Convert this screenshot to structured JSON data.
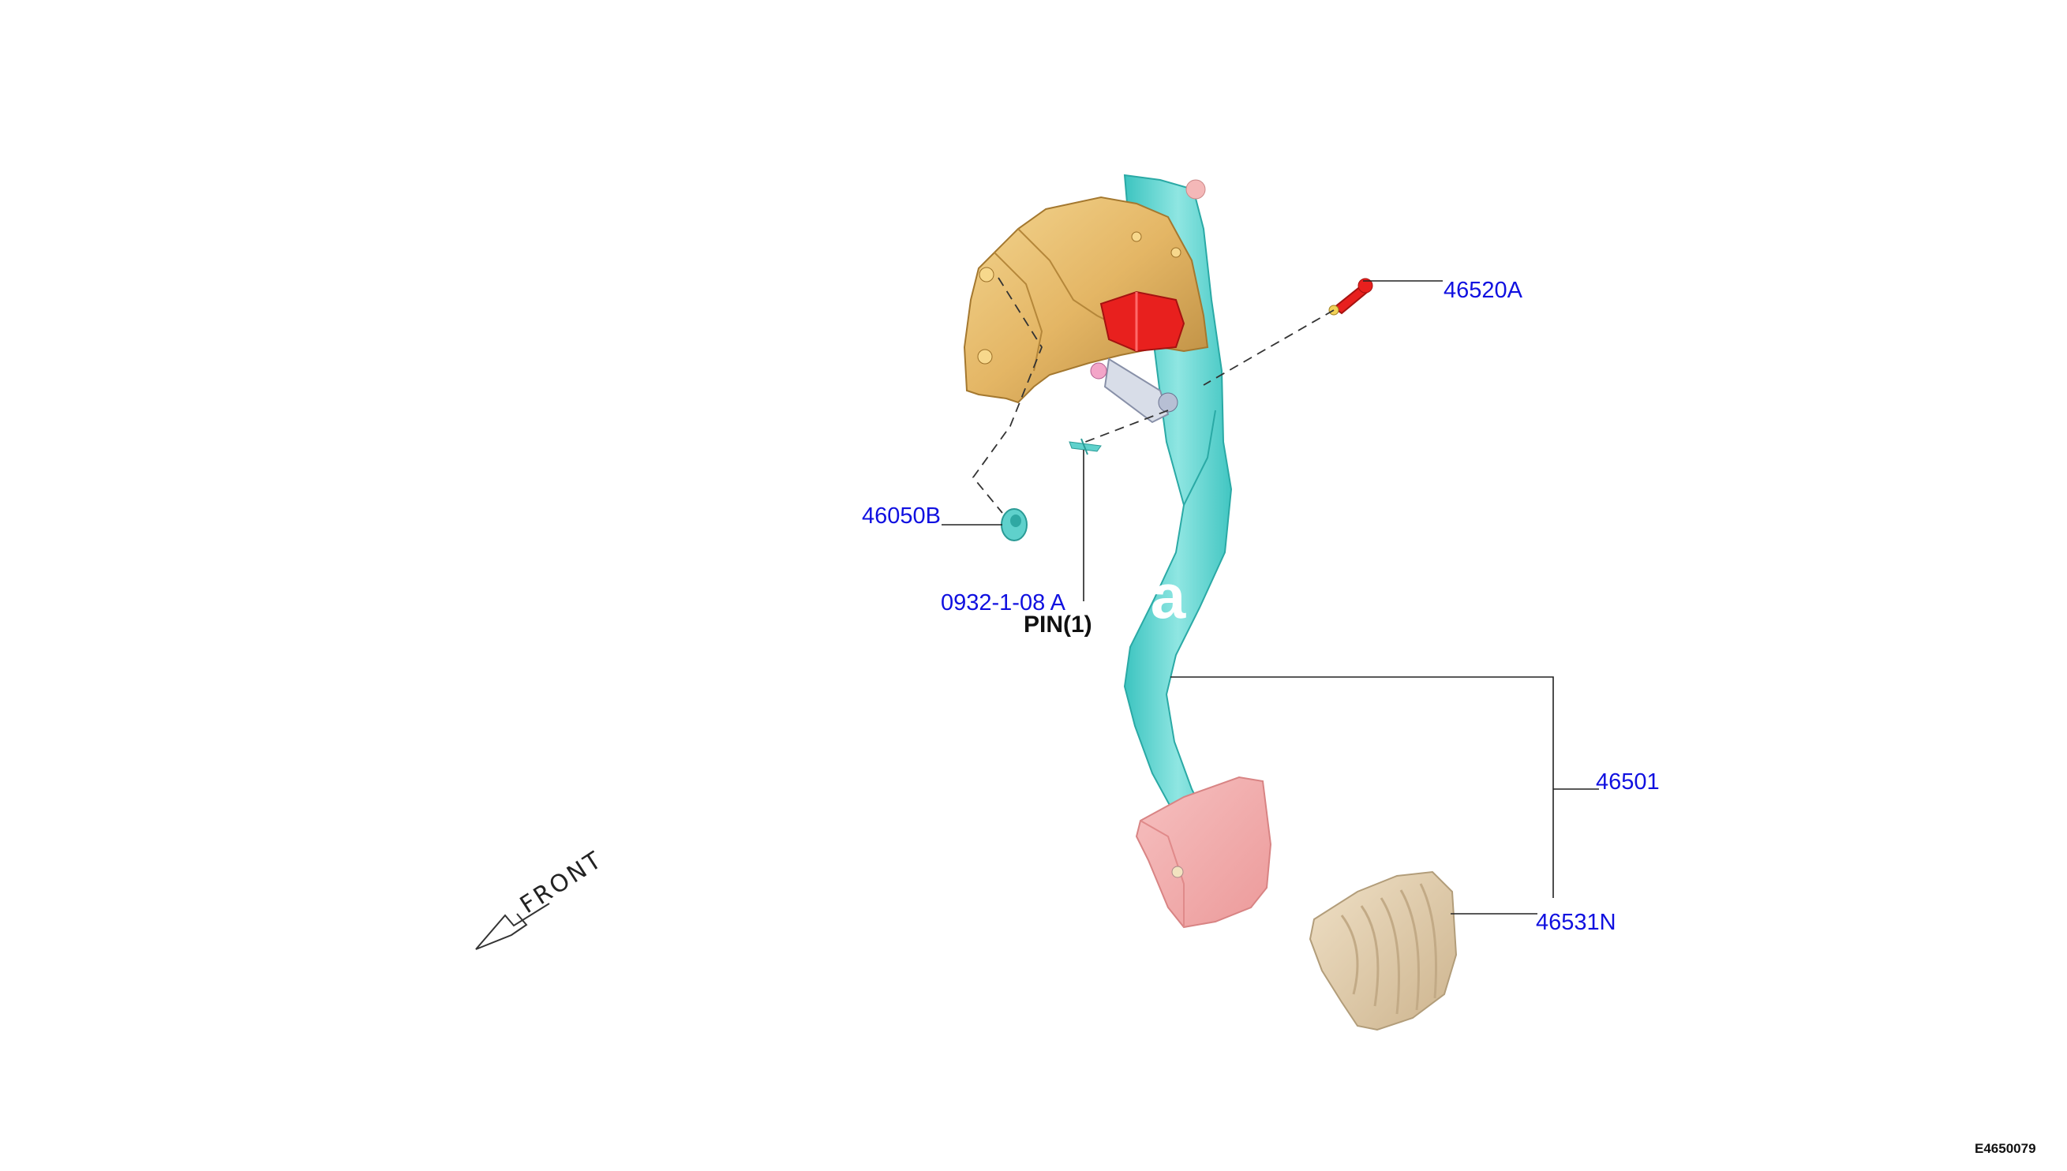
{
  "callouts": {
    "clevis_pin": "46520A",
    "bushing": "46050B",
    "pin_part": "0932-1-08 A",
    "pin_note": "PIN(1)",
    "pedal_assembly": "46501",
    "pedal_pad": "46531N"
  },
  "watermark": "Ca",
  "front_label": "FRONT",
  "figure_id": "E4650079",
  "colors": {
    "bracket": "#e9c27a",
    "pedal_arm": "#63d6d1",
    "stopper": "#e8201e",
    "pad": "#f2aeae",
    "pad_cover": "#dcc8a8",
    "callout_text": "#1010e0"
  }
}
